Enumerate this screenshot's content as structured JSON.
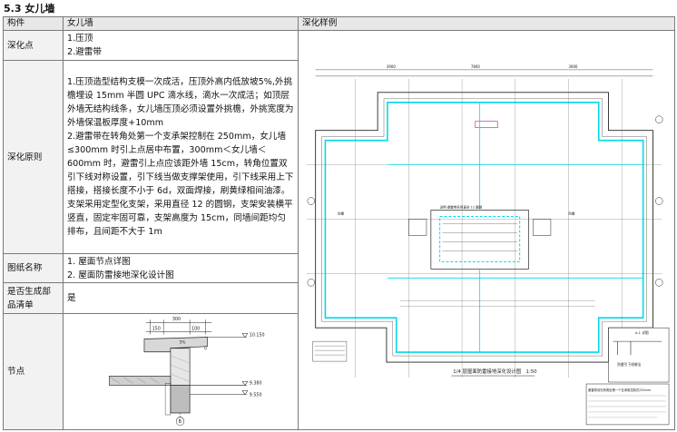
{
  "heading": "5.3 女儿墙",
  "table": {
    "col_component": "构件",
    "col_component_value": "女儿墙",
    "col_sample": "深化样例",
    "rows": {
      "points": {
        "label": "深化点",
        "items": [
          "1.压顶",
          "2.避雷带"
        ]
      },
      "principles": {
        "label": "深化原则",
        "para1": "1.压顶造型结构支模一次成活，压顶外高内低放坡5%,外挑檐埋设 15mm 半圆 UPC 滴水线，滴水一次成活；如顶层外墙无结构线条，女儿墙压顶必须设置外挑檐，外挑宽度为外墙保温板厚度+10mm",
        "para2": "2.避雷带在转角处第一个支承架控制在 250mm，女儿墙≤300mm 时引上点居中布置，300mm＜女儿墙＜600mm 时，避雷引上点应该距外墙 15cm，转角位置双引下线对称设置，引下线当做支撑架使用，引下线采用上下搭接，搭接长度不小于 6d，双面焊接，刷黄绿相间油漆。支架采用定型化支架，采用直径 12 的圆钢，支架安装横平竖直，固定牢固可靠，支架高度为 15cm，同墙间距均匀排布，且间距不大于 1m"
      },
      "drawings": {
        "label": "图纸名称",
        "items": [
          "1.  屋面节点详图",
          "2.  屋面防雷接地深化设计图"
        ]
      },
      "bill": {
        "label": "是否生成部品清单",
        "value": "是"
      },
      "node": {
        "label": "节点",
        "dims": [
          "150",
          "300",
          "100"
        ],
        "levels": [
          "10.150",
          "9.380",
          "9.550"
        ],
        "slope": "5%",
        "axis": "B"
      }
    }
  },
  "plan": {
    "caption": "1/4 层屋面防雷接地深化设计图",
    "scale": "1:50",
    "note_title": "防雷引下线做法",
    "note_detail": "A-1 详图",
    "note_text": "避雷带设在转角处第一个支承架控制在250mm"
  },
  "colors": {
    "border": "#7a7a7a",
    "label_bg": "#f2f2f2",
    "lightning_line": "#00d8e8",
    "cad_line": "#222222",
    "accent_magenta": "#d0008a"
  }
}
